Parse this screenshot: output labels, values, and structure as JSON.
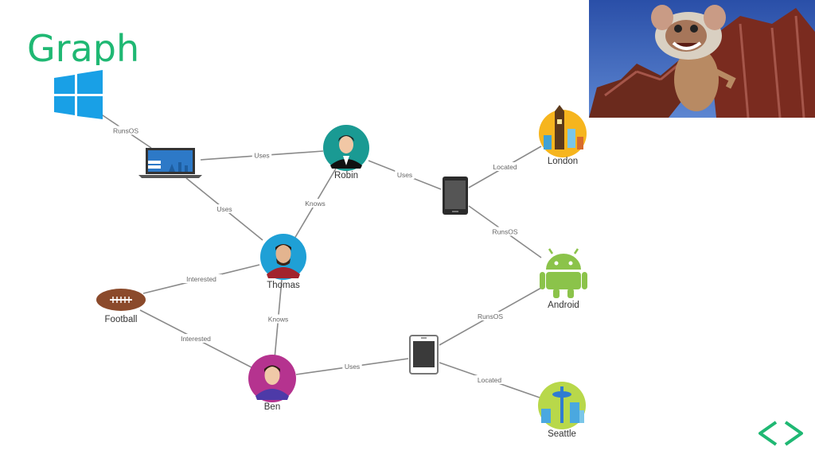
{
  "slide": {
    "title": "Graph"
  },
  "diagram": {
    "nodes": [
      {
        "id": "windows",
        "label": "",
        "icon": "windows-logo-icon"
      },
      {
        "id": "laptop",
        "label": "",
        "icon": "laptop-icon"
      },
      {
        "id": "robin",
        "label": "Robin",
        "icon": "person-avatar-icon",
        "color": "#1a9a93"
      },
      {
        "id": "phone1",
        "label": "",
        "icon": "phone-icon"
      },
      {
        "id": "london",
        "label": "London",
        "icon": "london-city-icon"
      },
      {
        "id": "android",
        "label": "Android",
        "icon": "android-logo-icon",
        "color": "#8bc34a"
      },
      {
        "id": "thomas",
        "label": "Thomas",
        "icon": "person-avatar-icon",
        "color": "#1fa0d6"
      },
      {
        "id": "football",
        "label": "Football",
        "icon": "football-icon",
        "color": "#8b4a2b"
      },
      {
        "id": "tablet",
        "label": "",
        "icon": "tablet-icon"
      },
      {
        "id": "ben",
        "label": "Ben",
        "icon": "person-avatar-icon",
        "color": "#b5338f"
      },
      {
        "id": "seattle",
        "label": "Seattle",
        "icon": "seattle-city-icon"
      }
    ],
    "edges": [
      {
        "from": "windows",
        "to": "laptop",
        "label": "RunsOS"
      },
      {
        "from": "laptop",
        "to": "robin",
        "label": "Uses"
      },
      {
        "from": "laptop",
        "to": "thomas",
        "label": "Uses"
      },
      {
        "from": "robin",
        "to": "phone1",
        "label": "Uses"
      },
      {
        "from": "robin",
        "to": "thomas",
        "label": "Knows"
      },
      {
        "from": "phone1",
        "to": "london",
        "label": "Located"
      },
      {
        "from": "phone1",
        "to": "android",
        "label": "RunsOS"
      },
      {
        "from": "thomas",
        "to": "football",
        "label": "Interested"
      },
      {
        "from": "thomas",
        "to": "ben",
        "label": "Knows"
      },
      {
        "from": "football",
        "to": "ben",
        "label": "Interested"
      },
      {
        "from": "ben",
        "to": "tablet",
        "label": "Uses"
      },
      {
        "from": "tablet",
        "to": "android",
        "label": "RunsOS"
      },
      {
        "from": "tablet",
        "to": "seattle",
        "label": "Located"
      }
    ]
  },
  "nav": {
    "prev_icon": "chevron-left-icon",
    "next_icon": "chevron-right-icon",
    "accent": "#1fb873"
  },
  "photo": {
    "subject": "winged-creature-photo"
  }
}
